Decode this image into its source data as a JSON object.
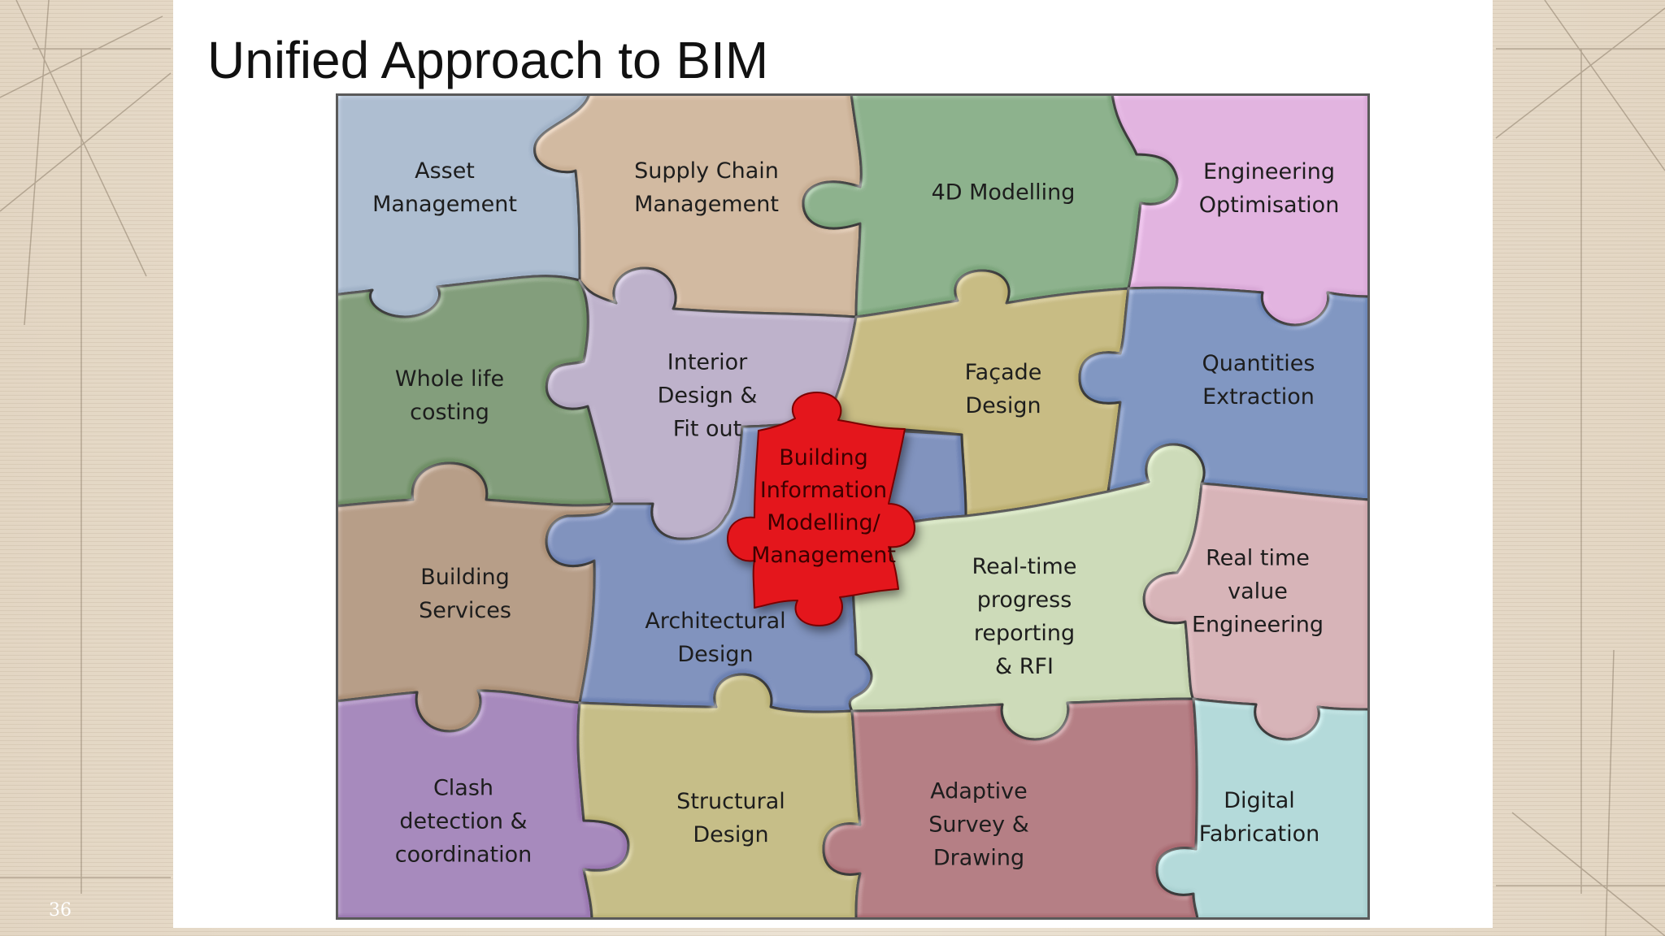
{
  "slide": {
    "title": "Unified Approach to BIM",
    "page_number": "36"
  },
  "pieces": {
    "asset_management": {
      "label": "Asset\nManagement",
      "color": "#a1b2c7"
    },
    "supply_chain": {
      "label": "Supply Chain\nManagement",
      "color": "#c8ae93"
    },
    "modelling_4d": {
      "label": "4D Modelling",
      "color": "#7ba57b"
    },
    "engineering_optimisation": {
      "label": "Engineering\nOptimisation",
      "color": "#d9a8d7"
    },
    "whole_life_costing": {
      "label": "Whole life\ncosting",
      "color": "#6f8f66"
    },
    "interior_design": {
      "label": "Interior\nDesign &\nFit out",
      "color": "#b3a6c1"
    },
    "facade_design": {
      "label": "Façade\nDesign",
      "color": "#bdb071"
    },
    "quantities_extraction": {
      "label": "Quantities\nExtraction",
      "color": "#6d87b7"
    },
    "building_services": {
      "label": "Building\nServices",
      "color": "#ab8f76"
    },
    "architectural_design": {
      "label": "Architectural\nDesign",
      "color": "#6d82b3"
    },
    "realtime_progress": {
      "label": "Real-time\nprogress\nreporting\n& RFI",
      "color": "#c3d2ad"
    },
    "realtime_value_engineering": {
      "label": "Real time value\nEngineering",
      "color": "#cea7ac"
    },
    "clash_detection": {
      "label": "Clash\ndetection &\ncoordination",
      "color": "#9a78b1"
    },
    "structural_design": {
      "label": "Structural\nDesign",
      "color": "#bbb276"
    },
    "adaptive_survey": {
      "label": "Adaptive\nSurvey &\nDrawing",
      "color": "#a96b72"
    },
    "digital_fabrication": {
      "label": "Digital\nFabrication",
      "color": "#a8d0d0"
    },
    "bim_center": {
      "label": "Building\nInformation\nModelling/\nManagement",
      "color": "#e4121b"
    }
  }
}
